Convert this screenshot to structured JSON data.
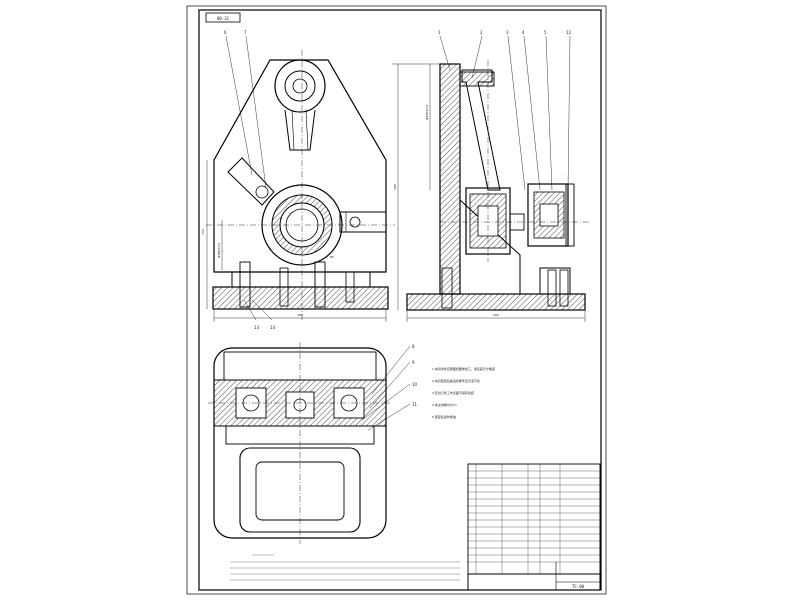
{
  "sheet": {
    "code_box": "00-31",
    "title_code": "TC-00"
  },
  "views": {
    "front": {
      "balloons": [
        "6",
        "7",
        "13",
        "14"
      ],
      "dims": {
        "width": "160",
        "height": "150",
        "hole": "Φ38H7/n6",
        "side_h": "85"
      }
    },
    "side": {
      "balloons": [
        "1",
        "2",
        "3",
        "4",
        "5",
        "12"
      ],
      "dims": {
        "width": "200",
        "height": "390",
        "top": "Φ25H7/n6"
      }
    },
    "plan": {
      "balloons": [
        "8",
        "9",
        "10",
        "11"
      ]
    }
  },
  "tech_requirements": [
    "1.夹具零件应按图纸要求加工，保证其尺寸精度",
    "2.夹具装配后各运动部件应灵活可靠",
    "3.定位元件工作表面不得有划痕",
    "4.未注倒角均为C1",
    "5.装配后涂防锈油"
  ]
}
